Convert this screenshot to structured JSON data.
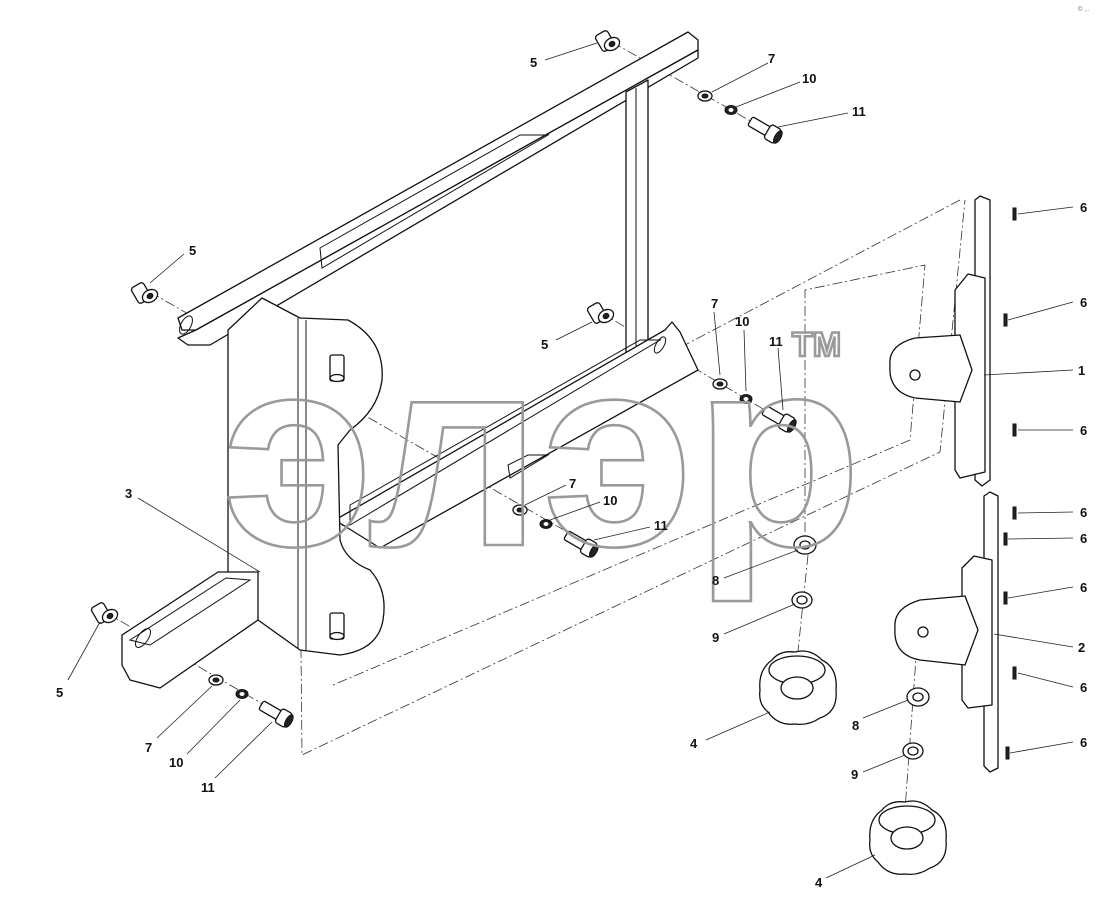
{
  "watermark": {
    "text": "элэр",
    "trademark": "TM"
  },
  "corner_mark": "© ...",
  "callouts": {
    "c5a": "5",
    "c7a": "7",
    "c10a": "10",
    "c11a": "11",
    "c5b": "5",
    "c5c": "5",
    "c7b": "7",
    "c10b": "10",
    "c11b": "11",
    "c3": "3",
    "c7c": "7",
    "c10c": "10",
    "c11c": "11",
    "c5d": "5",
    "c7d": "7",
    "c10d": "10",
    "c11d": "11",
    "c8a": "8",
    "c9a": "9",
    "c4a": "4",
    "c8b": "8",
    "c9b": "9",
    "c4b": "4",
    "c1": "1",
    "c2": "2",
    "c6a": "6",
    "c6b": "6",
    "c6c": "6",
    "c6d": "6",
    "c6e": "6",
    "c6f": "6",
    "c6g": "6",
    "c6h": "6"
  }
}
